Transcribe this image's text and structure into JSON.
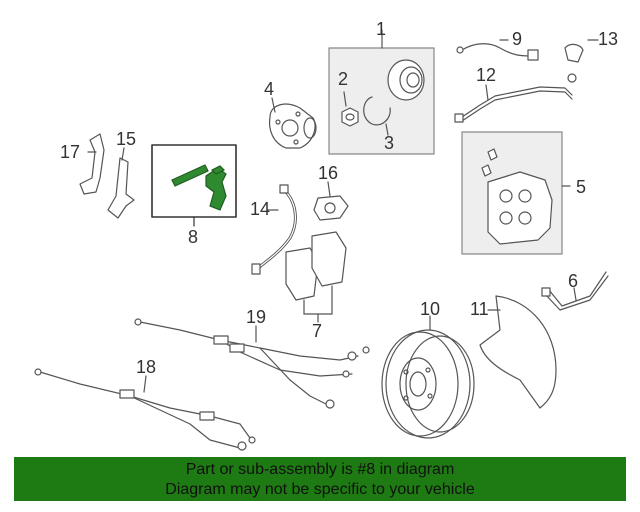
{
  "callouts": {
    "c1": "1",
    "c2": "2",
    "c3": "3",
    "c4": "4",
    "c5": "5",
    "c6": "6",
    "c7": "7",
    "c8": "8",
    "c9": "9",
    "c10": "10",
    "c11": "11",
    "c12": "12",
    "c13": "13",
    "c14": "14",
    "c15": "15",
    "c16": "16",
    "c17": "17",
    "c18": "18",
    "c19": "19"
  },
  "banner": {
    "line1": "Part or sub-assembly is #8 in diagram",
    "line2": "Diagram may not be specific to your vehicle",
    "color": "#1e7a12"
  },
  "colors": {
    "highlight_part": "#2f8a2f",
    "line_art": "#555555",
    "box_fill": "#eeeeee"
  }
}
